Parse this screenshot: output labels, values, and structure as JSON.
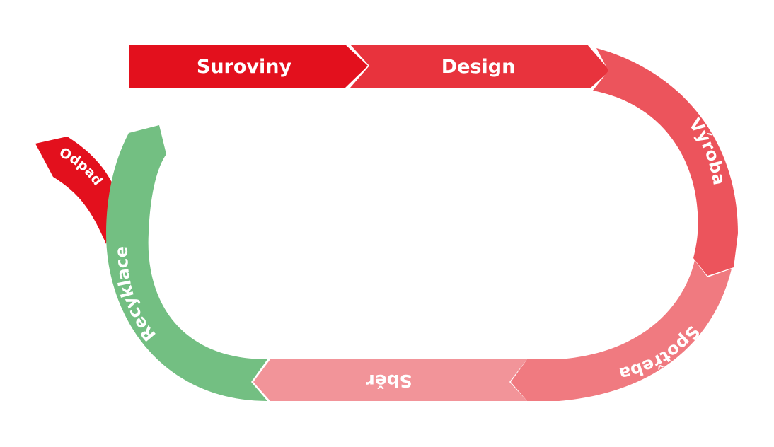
{
  "stages": {
    "suroviny": "Suroviny",
    "design": "Design",
    "vyroba": "Výroba",
    "spotreba": "Spotřeba",
    "sber": "Sběr",
    "recyklace": "Recyklace",
    "odpad": "Odpad"
  },
  "colors": {
    "suroviny": "#e3101d",
    "design": "#e8333d",
    "vyroba": "#ec545c",
    "spotreba": "#f07a80",
    "sber": "#f29499",
    "recyklace": "#73bf82",
    "odpad": "#e3101d"
  }
}
